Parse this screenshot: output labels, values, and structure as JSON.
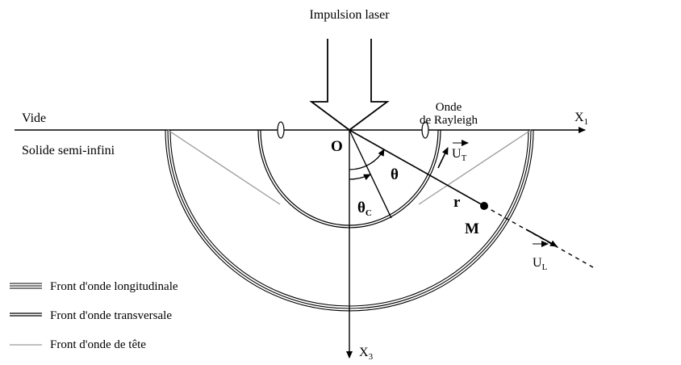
{
  "labels": {
    "laser": "Impulsion laser",
    "rayleigh_line1": "Onde",
    "rayleigh_line2": "de Rayleigh",
    "vacuum": "Vide",
    "solid": "Solide semi-infini",
    "x1": "X",
    "x1_sub": "1",
    "x3": "X",
    "x3_sub": "3",
    "origin": "O",
    "theta": "θ",
    "theta_c": "θ",
    "theta_c_sub": "C",
    "r": "r",
    "m": "M",
    "ut": "U",
    "ut_sub": "T",
    "ul": "U",
    "ul_sub": "L"
  },
  "legend": [
    {
      "style": "triple",
      "label": "Front d'onde longitudinale"
    },
    {
      "style": "double",
      "label": "Front d'onde transversale"
    },
    {
      "style": "thin",
      "label": "Front d'onde de tête"
    }
  ],
  "colors": {
    "line": "#000000",
    "head_wave": "#9a9a9a"
  }
}
